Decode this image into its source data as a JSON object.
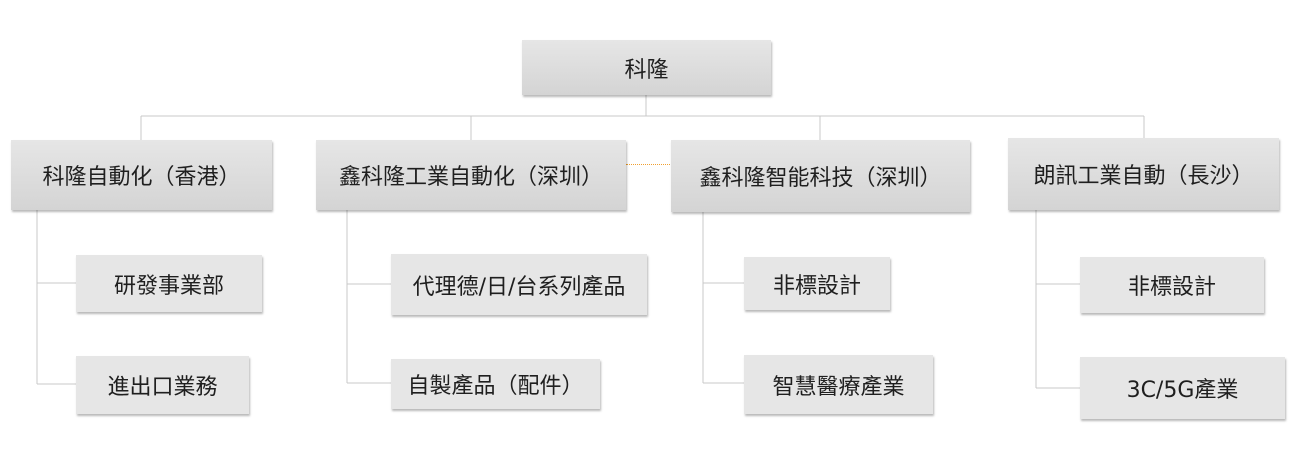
{
  "root": {
    "label": "科隆"
  },
  "branches": [
    {
      "label": "科隆自動化（香港）",
      "children": [
        "研發事業部",
        "進出口業務"
      ]
    },
    {
      "label": "鑫科隆工業自動化（深圳）",
      "children": [
        "代理德/日/台系列產品",
        "自製產品（配件）"
      ]
    },
    {
      "label": "鑫科隆智能科技（深圳）",
      "children": [
        "非標設計",
        "智慧醫療產業"
      ]
    },
    {
      "label": "朗訊工業自動（長沙）",
      "children": [
        "非標設計",
        "3C/5G產業"
      ]
    }
  ]
}
